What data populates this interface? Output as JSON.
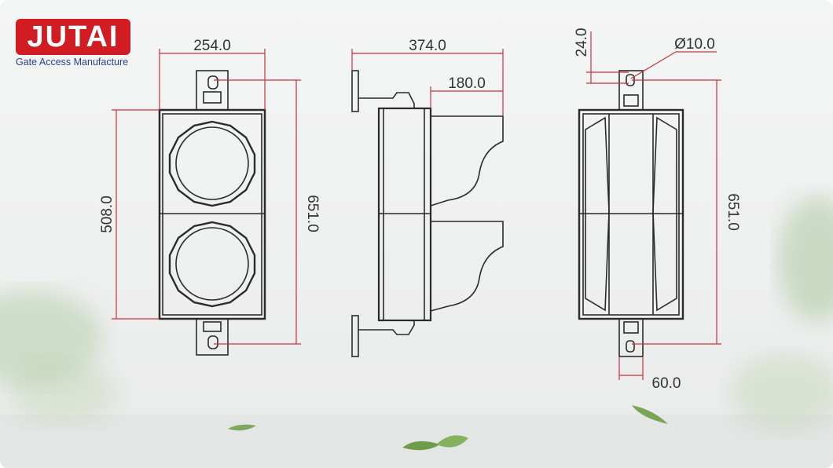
{
  "brand": {
    "name": "JUTAI",
    "tagline": "Gate Access Manufacture",
    "color": "#d01c22"
  },
  "dimensions": {
    "front_width": "254.0",
    "front_lens_height": "508.0",
    "front_total_height": "651.0",
    "side_depth": "374.0",
    "side_visor": "180.0",
    "back_top": "24.0",
    "back_hole": "Ø10.0",
    "back_total_height": "651.0",
    "back_bracket": "60.0"
  },
  "colors": {
    "dimension_line": "#c8323a",
    "drawing": "#2b2b2b"
  }
}
